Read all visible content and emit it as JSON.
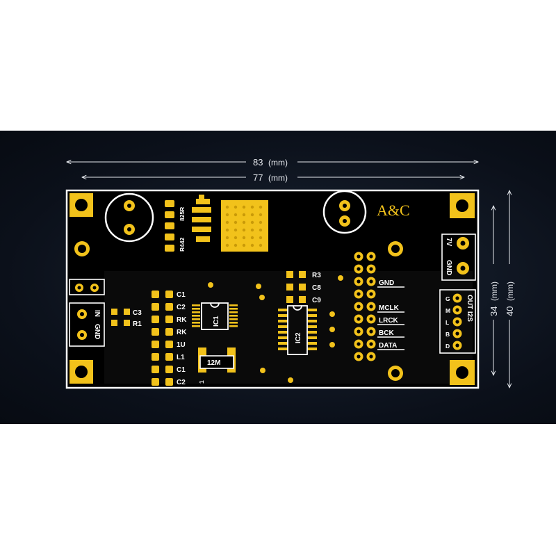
{
  "dimensions": {
    "outer_width": "83",
    "inner_width": "77",
    "outer_height": "40",
    "inner_height": "34",
    "unit": "(mm)"
  },
  "board": {
    "logo": "A&C",
    "resistor_top": "825R",
    "resistor_side": "R442",
    "input_label": "IN",
    "input_gnd": "GND",
    "left_labels": [
      "C3",
      "R1"
    ],
    "column_labels": [
      "C1",
      "C2",
      "RK",
      "RK",
      "1U",
      "L1",
      "C1",
      "C2"
    ],
    "ic1": "IC1",
    "ic2": "IC2",
    "crystal": "12M",
    "crystal_pin": "1",
    "ic2_labels": [
      "R3",
      "C8",
      "C9"
    ],
    "header_labels": [
      "GND",
      "MCLK",
      "LRCK",
      "BCK",
      "DATA"
    ],
    "power_labels": [
      "7V",
      "GND"
    ],
    "out_title": "OUT I2S",
    "out_pins": [
      "G",
      "M",
      "L",
      "B",
      "D"
    ]
  },
  "colors": {
    "pcb": "#000000",
    "gold": "#f2c21b",
    "silk": "#ffffff",
    "dimension": "#e6e9ee"
  }
}
